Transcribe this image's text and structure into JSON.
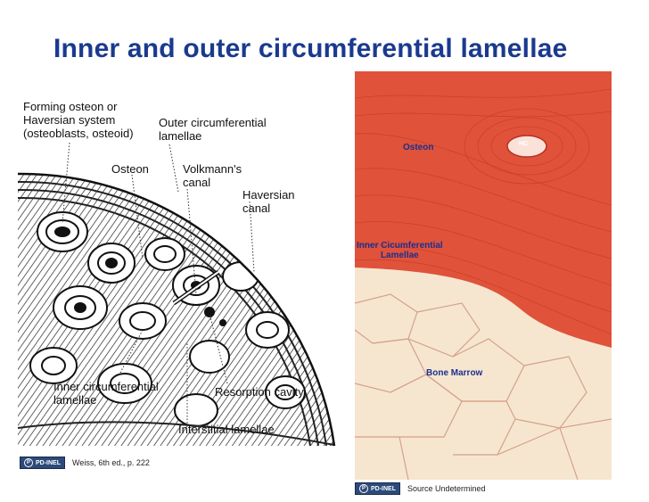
{
  "title": "Inner and outer circumferential lamellae",
  "diagram": {
    "labels": {
      "forming_osteon": [
        "Forming osteon or",
        "Haversian system",
        "(osteoblasts, osteoid)"
      ],
      "outer_lamellae": [
        "Outer circumferential",
        "lamellae"
      ],
      "osteon": "Osteon",
      "volkmann": [
        "Volkmann's",
        "canal"
      ],
      "haversian": [
        "Haversian",
        "canal"
      ],
      "inner_lamellae": [
        "Inner circumferential",
        "lamellae"
      ],
      "resorption": "Resorption cavity",
      "interstitial": "Interstitial lamellae"
    },
    "credit": "Weiss, 6th ed., p. 222"
  },
  "photo": {
    "labels": {
      "osteon": "Osteon",
      "hc": "HC",
      "inner": [
        "Inner Cicumferential",
        "Lamellae"
      ],
      "marrow": "Bone Marrow"
    },
    "credit": "Source Undetermined"
  },
  "license_badge": "PD-INEL",
  "colors": {
    "title": "#1a3a8f",
    "photo_label": "#1b2f8f",
    "bone": "#e0523a",
    "marrow": "#f6e6d0"
  }
}
